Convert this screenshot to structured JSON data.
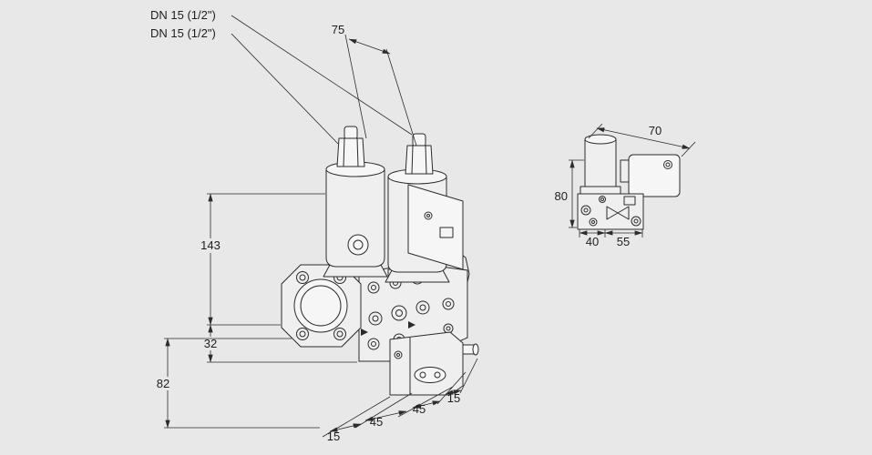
{
  "colors": {
    "background": "#e8e8e8",
    "line": "#2b2b2b"
  },
  "main_view": {
    "connection_labels": {
      "line1": "DN 15 (1/2\")",
      "line2": "DN 15 (1/2\")"
    },
    "dimensions": {
      "top_width": "75",
      "height_upper": "143",
      "height_mid": "32",
      "height_lower": "82",
      "depth_1": "15",
      "depth_2": "45",
      "depth_3": "45",
      "depth_4": "15"
    }
  },
  "side_view": {
    "dimensions": {
      "width": "70",
      "height": "80",
      "bottom_left": "40",
      "bottom_right": "55"
    }
  }
}
